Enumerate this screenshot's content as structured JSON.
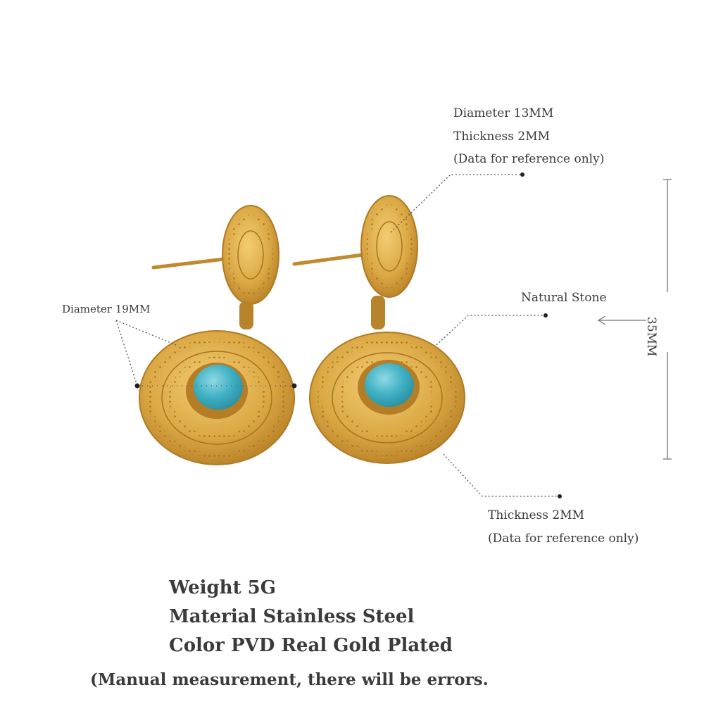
{
  "labels": {
    "stud_diameter": "Diameter 13MM",
    "stud_thickness": "Thickness 2MM",
    "stud_reference": "(Data for reference only)",
    "disc_diameter": "Diameter 19MM",
    "natural_stone": "Natural Stone",
    "length": "35MM",
    "disc_thickness": "Thickness 2MM",
    "disc_reference": "(Data for reference only)"
  },
  "specs": {
    "weight": "Weight 5G",
    "material": "Material Stainless Steel",
    "color": "Color PVD Real Gold Plated",
    "note": "(Manual measurement, there will be errors."
  },
  "colors": {
    "gold": "#d9a63f",
    "gold_dark": "#a8741f",
    "turquoise": "#45b3c4",
    "text": "#3a3a3a"
  }
}
